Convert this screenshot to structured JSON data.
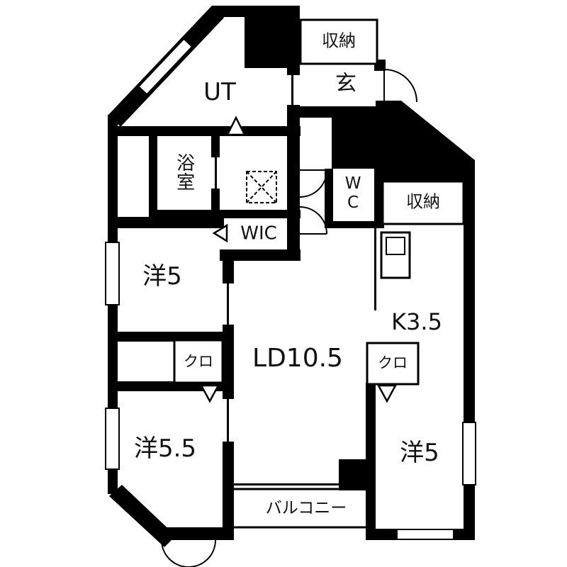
{
  "floorplan": {
    "labels": {
      "ut": "UT",
      "storage_top": "収納",
      "entrance": "玄",
      "bath": "浴室",
      "wc": "WC",
      "storage_right": "収納",
      "wic": "WIC",
      "room_west5_upper": "洋5",
      "kitchen": "K3.5",
      "living_dining": "LD10.5",
      "closet_left": "クロ",
      "closet_right": "クロ",
      "room_west55": "洋5.5",
      "room_west5_lower": "洋5",
      "balcony": "バルコニー"
    },
    "icons": {
      "door_swing": "quarter-circle-arc",
      "double_door_swing": "two-facing-quarter-arcs",
      "entrance_half_door": "half-circle-arc",
      "washer_pan": "dashed-box-with-x",
      "door_marker": "open-triangle",
      "refrigerator": "outlined-box",
      "window": "white-gap-in-wall"
    },
    "colors": {
      "wall": "#000000",
      "floor": "#ffffff"
    }
  }
}
